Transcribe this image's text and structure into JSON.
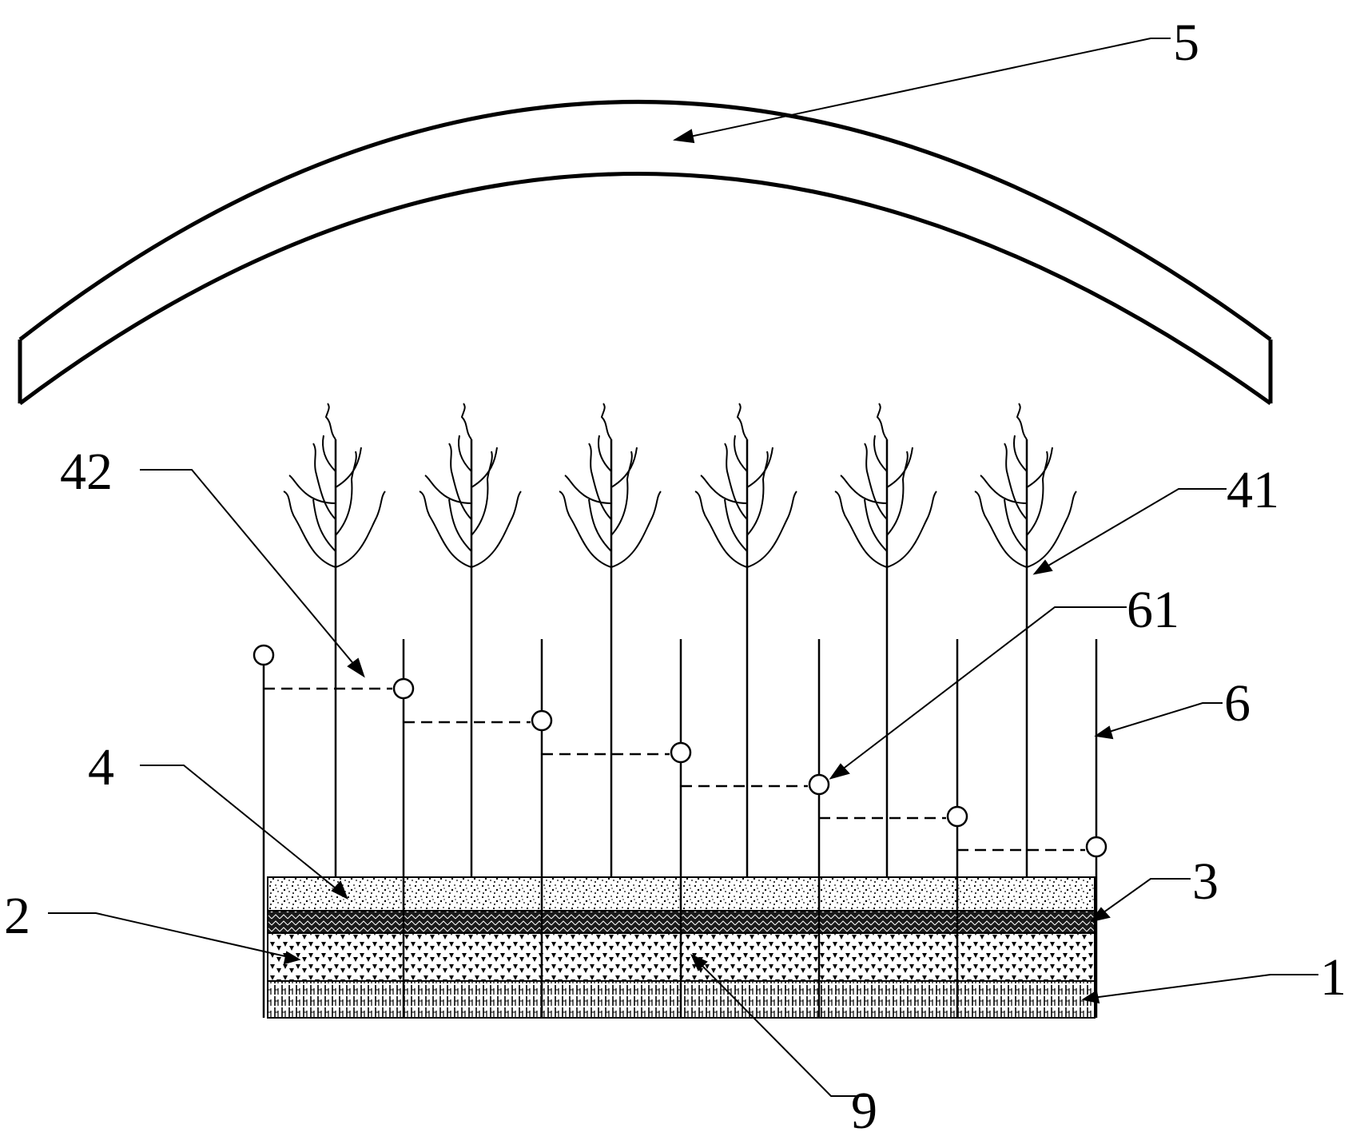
{
  "labels": {
    "l5": "5",
    "l42": "42",
    "l41": "41",
    "l61": "61",
    "l6": "6",
    "l4": "4",
    "l3": "3",
    "l2": "2",
    "l1": "1",
    "l9": "9"
  },
  "colors": {
    "line": "#000000",
    "background": "#ffffff"
  }
}
